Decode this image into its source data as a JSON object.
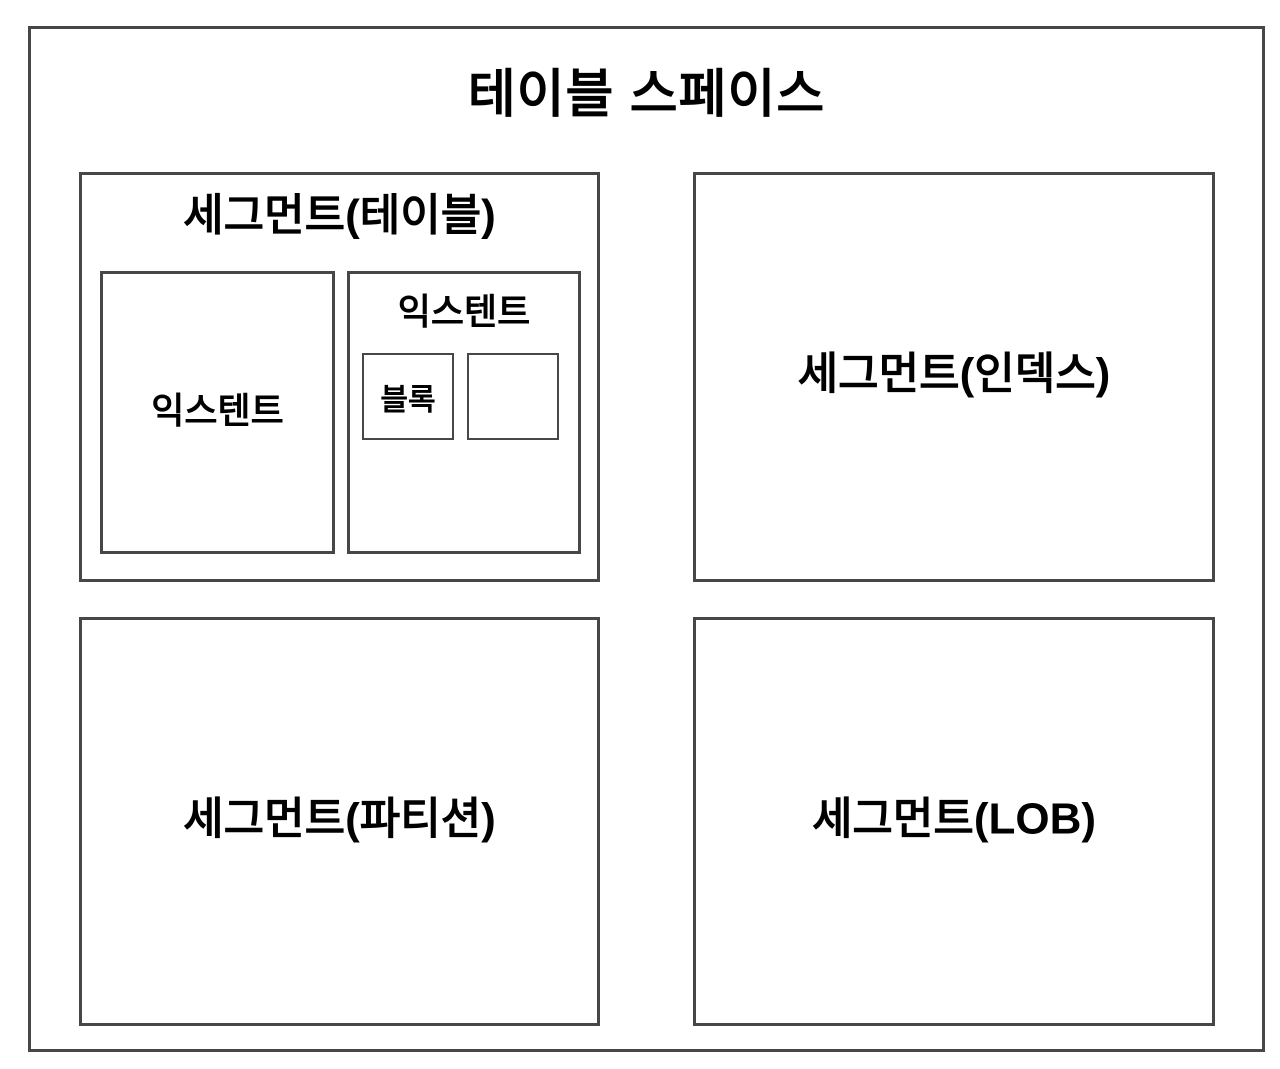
{
  "diagram": {
    "title": "테이블 스페이스",
    "colors": {
      "border": "#474747",
      "text": "#000000",
      "background": "#ffffff"
    },
    "segments": [
      {
        "id": "table",
        "label": "세그먼트(테이블)"
      },
      {
        "id": "index",
        "label": "세그먼트(인덱스)"
      },
      {
        "id": "partition",
        "label": "세그먼트(파티션)"
      },
      {
        "id": "lob",
        "label": "세그먼트(LOB)"
      }
    ],
    "extents": [
      {
        "id": "extent-left",
        "label": "익스텐트"
      },
      {
        "id": "extent-right",
        "label": "익스텐트"
      }
    ],
    "block": {
      "label": "블록"
    }
  }
}
